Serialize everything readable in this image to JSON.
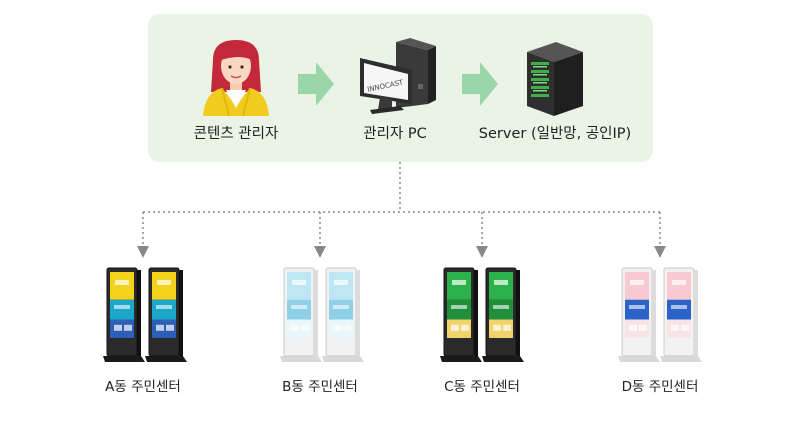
{
  "top_nodes": [
    {
      "label": "콘텐츠 관리자",
      "icon": "person-icon"
    },
    {
      "label": "관리자 PC",
      "icon": "desktop-pc-icon",
      "brand": "INNOCAST"
    },
    {
      "label": "Server (일반망, 공인IP)",
      "icon": "server-rack-icon"
    }
  ],
  "centers": [
    {
      "label": "A동 주민센터",
      "body": "#2a2a2a",
      "screen_top": "#f4d21c",
      "screen_mid": "#1aa7c9",
      "screen_bot": "#2b5fb8"
    },
    {
      "label": "B동 주민센터",
      "body": "#f2f2f2",
      "screen_top": "#bfe6f3",
      "screen_mid": "#8fd0e6",
      "screen_bot": "#e9f6fb"
    },
    {
      "label": "C동 주민센터",
      "body": "#2a2a2a",
      "screen_top": "#2bb24c",
      "screen_mid": "#1f8f3a",
      "screen_bot": "#f2d36b"
    },
    {
      "label": "D동 주민센터",
      "body": "#f2f2f2",
      "screen_top": "#f7c9d0",
      "screen_mid": "#2b63c9",
      "screen_bot": "#f6e4e6"
    }
  ],
  "colors": {
    "panel": "#e9f4e6",
    "arrow": "#9bd6a9",
    "connector": "#888888"
  }
}
